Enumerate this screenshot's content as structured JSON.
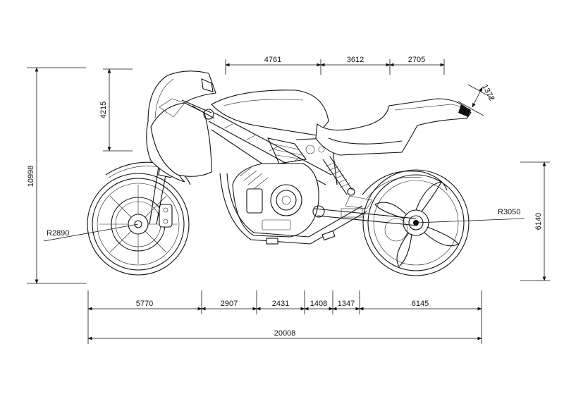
{
  "dimensions": {
    "top": [
      "4761",
      "3612",
      "2705"
    ],
    "tail": "1372",
    "left_height": "4215",
    "overall_height": "10998",
    "right_height": "6140",
    "front_radius": "R2890",
    "rear_radius": "R3050",
    "bottom": [
      "5770",
      "2907",
      "2431",
      "1408",
      "1347",
      "6145"
    ],
    "overall_length": "20008"
  }
}
